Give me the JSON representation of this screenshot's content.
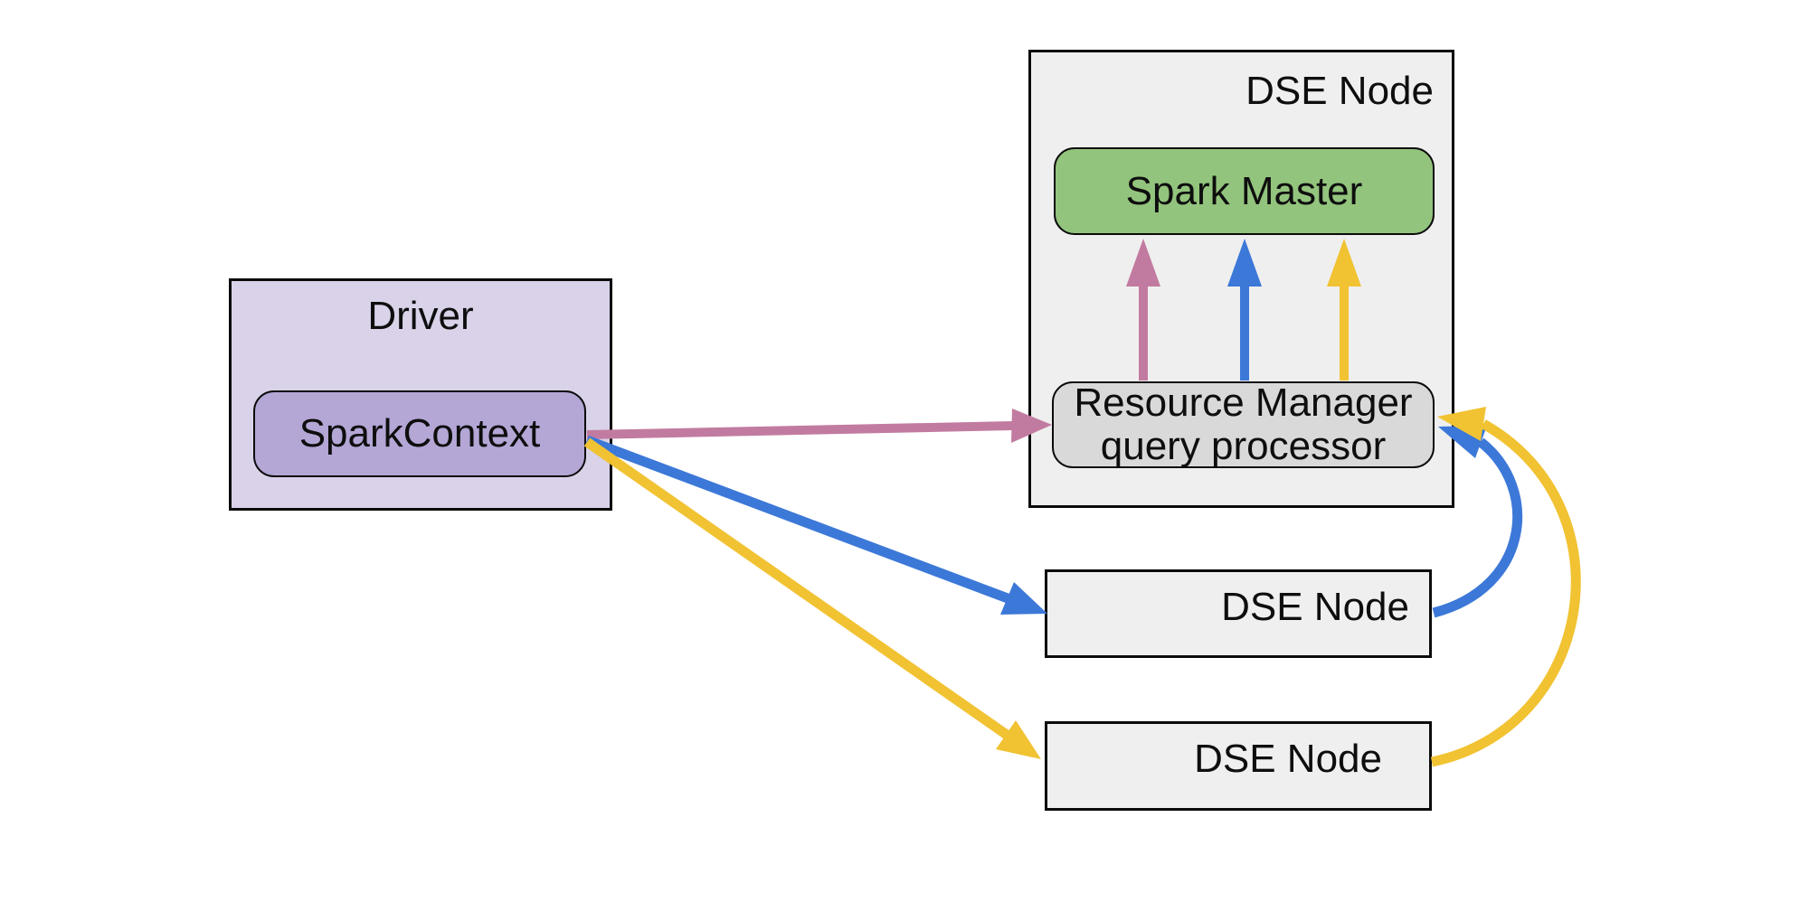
{
  "canvas": {
    "background": "#ffffff"
  },
  "driver": {
    "label": "Driver",
    "spark_context": "SparkContext"
  },
  "master_node": {
    "label": "DSE Node",
    "spark_master": "Spark Master",
    "resource_manager_line1": "Resource Manager",
    "resource_manager_line2": "query processor"
  },
  "worker_nodes": [
    {
      "label": "DSE Node"
    },
    {
      "label": "DSE Node"
    }
  ],
  "colors": {
    "driver_fill": "#d9d2e9",
    "spark_context_fill": "#b4a7d6",
    "node_fill": "#efefef",
    "spark_master_fill": "#93c47d",
    "resource_manager_fill": "#d9d9d9",
    "arrow_pink": "#c27ba0",
    "arrow_blue": "#3c78d8",
    "arrow_yellow": "#f1c232",
    "border": "#000000"
  }
}
